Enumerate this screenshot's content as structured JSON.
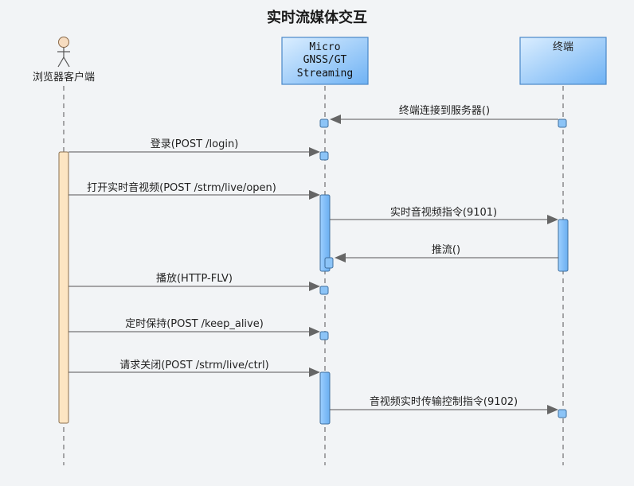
{
  "title": "实时流媒体交互",
  "participants": {
    "browser": {
      "label": "浏览器客户端",
      "kind": "actor"
    },
    "server": {
      "label_lines": [
        "Micro",
        "GNSS/GT",
        "Streaming"
      ]
    },
    "terminal": {
      "label": "终端"
    }
  },
  "messages": [
    {
      "label": "终端连接到服务器()",
      "from": "terminal",
      "to": "server"
    },
    {
      "label": "登录(POST /login)",
      "from": "browser",
      "to": "server"
    },
    {
      "label": "打开实时音视频(POST /strm/live/open)",
      "from": "browser",
      "to": "server"
    },
    {
      "label": "实时音视频指令(9101)",
      "from": "server",
      "to": "terminal"
    },
    {
      "label": "推流()",
      "from": "terminal",
      "to": "server"
    },
    {
      "label": "播放(HTTP-FLV)",
      "from": "browser",
      "to": "server"
    },
    {
      "label": "定时保持(POST /keep_alive)",
      "from": "browser",
      "to": "server"
    },
    {
      "label": "请求关闭(POST /strm/live/ctrl)",
      "from": "browser",
      "to": "server"
    },
    {
      "label": "音视频实时传输控制指令(9102)",
      "from": "server",
      "to": "terminal"
    }
  ],
  "colors": {
    "box_fill": "#a5d3ff",
    "box_stroke": "#4a88c9",
    "browser_activation": "#fde5c2",
    "actor_head": "#f6dcc0"
  }
}
